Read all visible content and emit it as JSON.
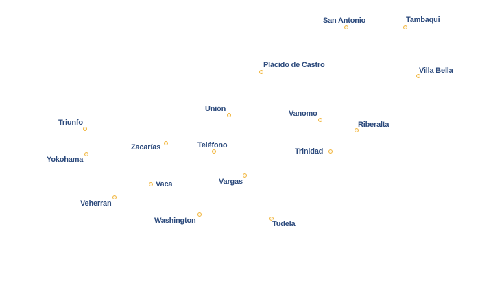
{
  "colors": {
    "label_text": "#2c4a7c",
    "label_halo": "#ffffff",
    "marker_stroke": "#f0b43c",
    "background": "#ffffff"
  },
  "places": [
    {
      "name": "San Antonio"
    },
    {
      "name": "Tambaqui"
    },
    {
      "name": "Plácido de Castro"
    },
    {
      "name": "Villa Bella"
    },
    {
      "name": "Unión"
    },
    {
      "name": "Vanomo"
    },
    {
      "name": "Triunfo"
    },
    {
      "name": "Riberalta"
    },
    {
      "name": "Zacarías"
    },
    {
      "name": "Teléfono"
    },
    {
      "name": "Trinidad"
    },
    {
      "name": "Yokohama"
    },
    {
      "name": "Vargas"
    },
    {
      "name": "Vaca"
    },
    {
      "name": "Veherran"
    },
    {
      "name": "Washington"
    },
    {
      "name": "Tudela"
    }
  ]
}
